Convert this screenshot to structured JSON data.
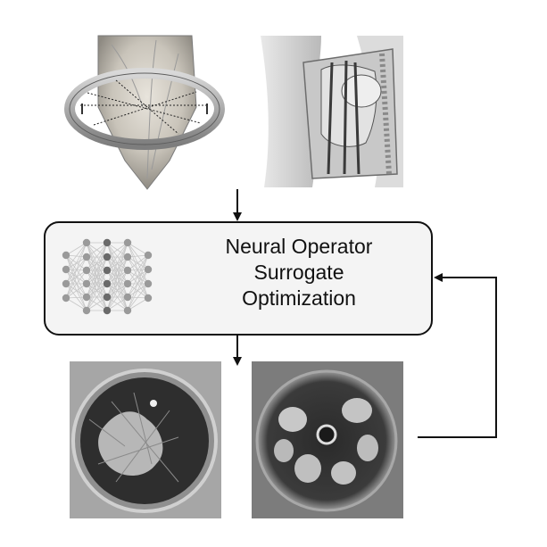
{
  "diagram": {
    "box_lines": [
      "Neural Operator",
      "Surrogate",
      "Optimization"
    ],
    "top_images": [
      {
        "name": "ring-transducer-illustration",
        "desc_icon": "ring-array-icon"
      },
      {
        "name": "knee-anatomy-illustration",
        "desc_icon": "knee-cutaway-icon"
      }
    ],
    "bottom_images": [
      {
        "name": "reconstruction-image-left",
        "desc_icon": "ct-slice-icon"
      },
      {
        "name": "reconstruction-image-right",
        "desc_icon": "ct-slice-icon"
      }
    ],
    "network_icon": "neural-network-icon",
    "colors": {
      "stroke": "#111111",
      "box_fill": "#f4f4f4",
      "node": "#9a9a9a",
      "node_dark": "#6a6a6a"
    }
  }
}
